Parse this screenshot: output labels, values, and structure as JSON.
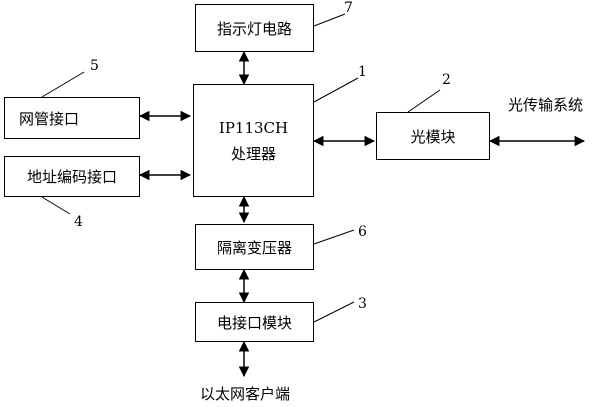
{
  "blocks": {
    "indicator": "指示灯电路",
    "processor_line1": "IP113CH",
    "processor_line2": "处理器",
    "network_mgmt": "网管接口",
    "address_coding": "地址编码接口",
    "optical_module": "光模块",
    "isolation_transformer": "隔离变压器",
    "electrical_interface": "电接口模块"
  },
  "external": {
    "optical_system": "光传输系统",
    "ethernet_client": "以太网客户端"
  },
  "callouts": {
    "processor": "1",
    "optical_module": "2",
    "electrical_interface": "3",
    "address_coding": "4",
    "network_mgmt": "5",
    "isolation_transformer": "6",
    "indicator": "7"
  }
}
